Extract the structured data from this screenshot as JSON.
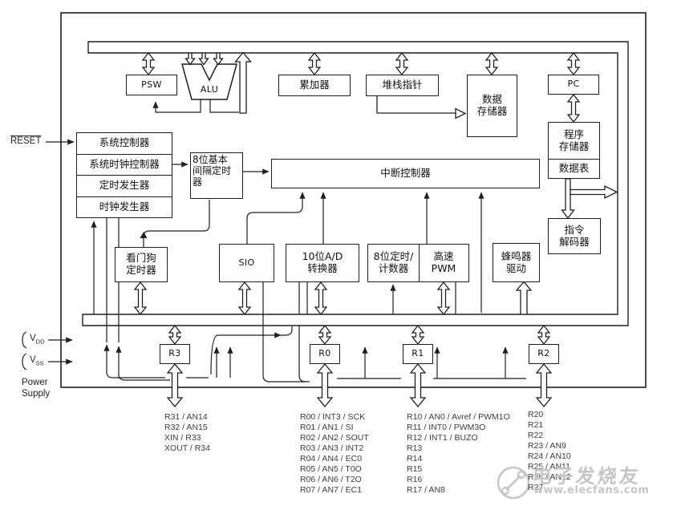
{
  "diagram": {
    "blocks": {
      "psw": "PSW",
      "alu": "ALU",
      "accumulator": "累加器",
      "stack_pointer": "堆栈指针",
      "data_memory": [
        "数据",
        "存储器"
      ],
      "pc": "PC",
      "program_memory": [
        "程序",
        "存储器"
      ],
      "data_table": "数据表",
      "instruction_decoder": [
        "指令",
        "解码器"
      ],
      "controller_stack": [
        "系统控制器",
        "系统时钟控制器",
        "定时发生器",
        "时钟发生器"
      ],
      "basic_interval_timer": [
        "8位基本",
        "间隔定时",
        "器"
      ],
      "interrupt_controller": "中断控制器",
      "watchdog_timer": [
        "看门狗",
        "定时器"
      ],
      "sio": "SIO",
      "adc": [
        "10位A/D",
        "转换器"
      ],
      "timer_counter": [
        "8位定时/",
        "计数器"
      ],
      "high_speed_pwm": [
        "高速",
        "PWM"
      ],
      "buzzer_driver": [
        "蜂鸣器",
        "驱动"
      ],
      "r3": "R3",
      "r0": "R0",
      "r1": "R1",
      "r2": "R2"
    },
    "side": {
      "reset": "RESET",
      "vdd_base": "V",
      "vdd_sub": "DD",
      "vss_base": "V",
      "vss_sub": "SS",
      "power_supply": [
        "Power",
        "Supply"
      ]
    },
    "pins": {
      "r3": [
        "R31 / AN14",
        "R32 / AN15",
        "XIN / R33",
        "XOUT / R34"
      ],
      "r0": [
        "R00 / INT3 / SCK",
        "R01 / AN1 / SI",
        "R02 / AN2 / SOUT",
        "R03 / AN3 / INT2",
        "R04 / AN4 / EC0",
        "R05 / AN5 / T0O",
        "R06 / AN6 / T2O",
        "R07 / AN7 / EC1"
      ],
      "r1": [
        "R10 / AN0 / Avref / PWM1O",
        "R11 / INT0 / PWM3O",
        "R12 / INT1 / BUZO",
        "R13",
        "R14",
        "R15",
        "R16",
        "R17 / AN8"
      ],
      "r2": [
        "R20",
        "R21",
        "R22",
        "R23 / AN9",
        "R24 / AN10",
        "R25 / AN11",
        "R26 / AN12",
        "R27"
      ]
    },
    "watermark": {
      "brand": "电子发烧友",
      "url": "www.elecfans.com"
    },
    "colors": {
      "line": "#1f1f1f",
      "pin_text": "#3d3d3d",
      "watermark": "#c6c6c6"
    }
  }
}
